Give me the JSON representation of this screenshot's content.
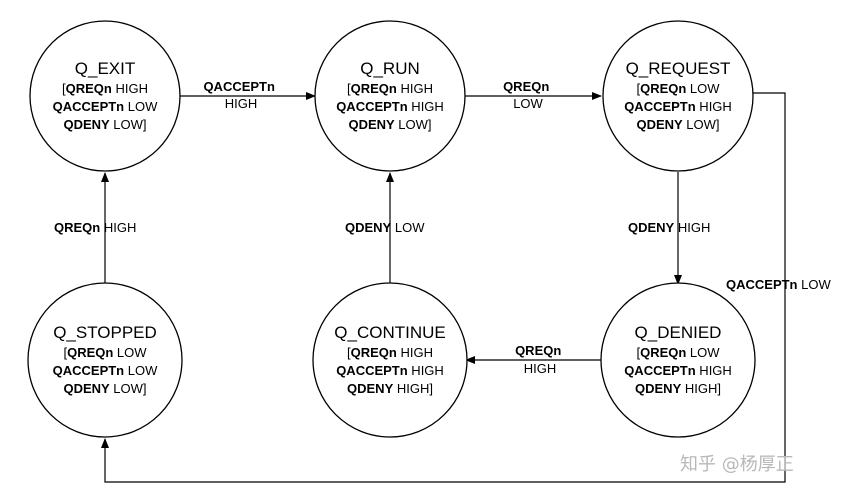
{
  "states": {
    "exit": {
      "title": "Q_EXIT",
      "lines": [
        [
          "[",
          "QREQn",
          " HIGH"
        ],
        [
          "",
          "QACCEPTn",
          " LOW"
        ],
        [
          "",
          "QDENY",
          " LOW]"
        ]
      ]
    },
    "run": {
      "title": "Q_RUN",
      "lines": [
        [
          "[",
          "QREQn",
          " HIGH"
        ],
        [
          "",
          "QACCEPTn",
          " HIGH"
        ],
        [
          "",
          "QDENY",
          " LOW]"
        ]
      ]
    },
    "request": {
      "title": "Q_REQUEST",
      "lines": [
        [
          "[",
          "QREQn",
          " LOW"
        ],
        [
          "",
          "QACCEPTn",
          " HIGH"
        ],
        [
          "",
          "QDENY",
          " LOW]"
        ]
      ]
    },
    "stopped": {
      "title": "Q_STOPPED",
      "lines": [
        [
          "[",
          "QREQn",
          " LOW"
        ],
        [
          "",
          "QACCEPTn",
          " LOW"
        ],
        [
          "",
          "QDENY",
          " LOW]"
        ]
      ]
    },
    "continue": {
      "title": "Q_CONTINUE",
      "lines": [
        [
          "[",
          "QREQn",
          " HIGH"
        ],
        [
          "",
          "QACCEPTn",
          " HIGH"
        ],
        [
          "",
          "QDENY",
          " HIGH]"
        ]
      ]
    },
    "denied": {
      "title": "Q_DENIED",
      "lines": [
        [
          "[",
          "QREQn",
          " LOW"
        ],
        [
          "",
          "QACCEPTn",
          " HIGH"
        ],
        [
          "",
          "QDENY",
          " HIGH]"
        ]
      ]
    }
  },
  "transitions": {
    "exit_to_run": {
      "signal": "QACCEPTn",
      "level": "HIGH"
    },
    "run_to_request": {
      "signal": "QREQn",
      "level": "LOW"
    },
    "request_to_denied": {
      "signal": "QDENY",
      "level": " HIGH"
    },
    "denied_to_continue": {
      "signal": "QREQn",
      "level": "HIGH"
    },
    "continue_to_run": {
      "signal": "QDENY",
      "level": " LOW"
    },
    "stopped_to_exit": {
      "signal": "QREQn",
      "level": " HIGH"
    },
    "request_to_stopped": {
      "signal": "QACCEPTn",
      "level": " LOW"
    }
  },
  "watermark": {
    "text": "知乎 @杨厚正"
  }
}
